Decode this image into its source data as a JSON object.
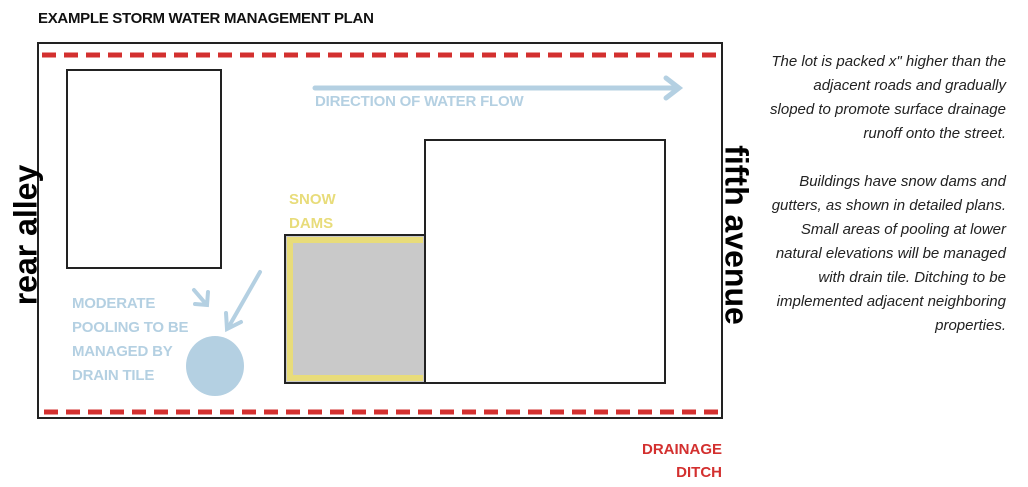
{
  "title": "EXAMPLE STORM WATER MANAGEMENT PLAN",
  "labels": {
    "water_flow": "DIRECTION OF WATER FLOW",
    "snow_dams": [
      "SNOW",
      "DAMS"
    ],
    "pooling": [
      "MODERATE",
      "POOLING TO BE",
      "MANAGED BY",
      "DRAIN TILE"
    ],
    "drainage_ditch": [
      "DRAINAGE",
      "DITCH"
    ],
    "left_street": "rear alley",
    "right_street": "fifth avenue"
  },
  "notes": [
    "The lot is packed x\" higher than the adjacent roads and gradually sloped to promote surface drainage runoff onto the street.",
    "Buildings have snow dams and gutters, as shown in detailed plans. Small areas of pooling at lower natural elevations will be managed with drain tile. Ditching to be implemented adjacent neighboring properties."
  ],
  "colors": {
    "ditch": "#d3302f",
    "water": "#b4d0e2",
    "snow_dam": "#e8dc7a",
    "building_fill": "#c9c9c9"
  }
}
